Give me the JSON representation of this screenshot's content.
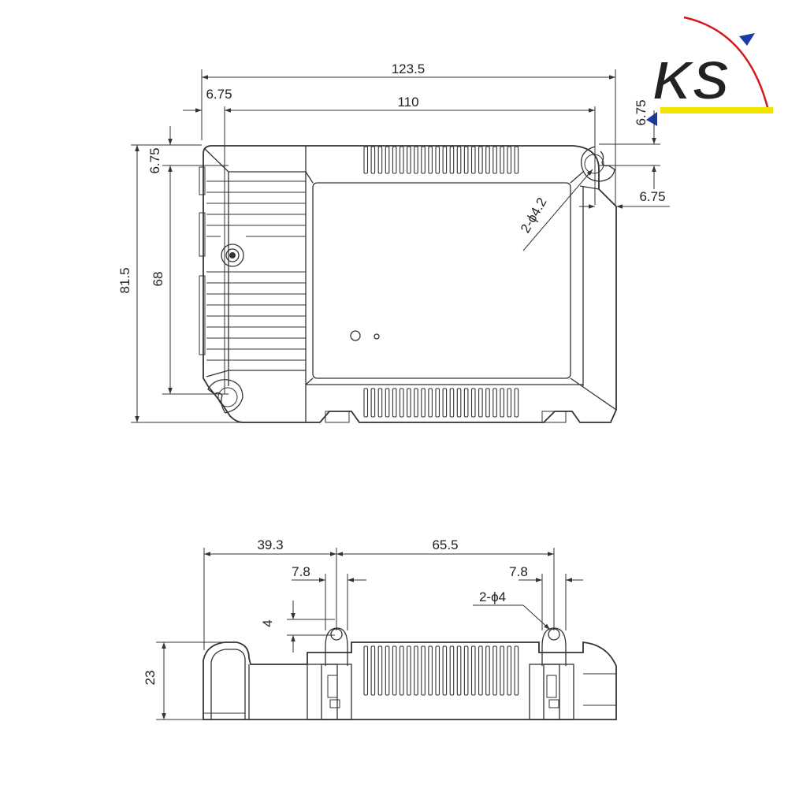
{
  "logo": {
    "text": "KS",
    "colors": {
      "letters": "#1a3aa8",
      "arc": "#d21a1a",
      "bar": "#f3e400",
      "arrows": "#1a3aa8"
    }
  },
  "top_view": {
    "dims": {
      "overall_width": "123.5",
      "hole_spacing_width": "110",
      "left_offset": "6.75",
      "right_top_offset": "6.75",
      "right_offset": "6.75",
      "top_offset": "6.75",
      "overall_height": "81.5",
      "hole_spacing_height": "68",
      "hole_callout": "2-ϕ4.2"
    }
  },
  "side_view": {
    "dims": {
      "left_to_mount": "39.3",
      "mount_spacing": "65.5",
      "left_mount_width": "7.8",
      "right_mount_width": "7.8",
      "mount_hole_offset": "4",
      "height": "23",
      "hole_callout": "2-ϕ4"
    }
  }
}
